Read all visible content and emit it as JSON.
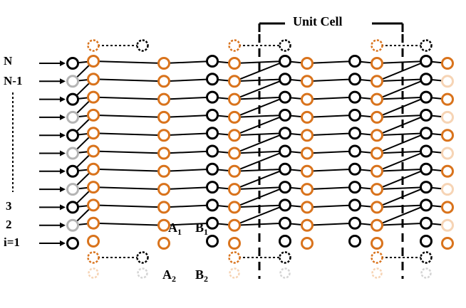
{
  "title": "Unit Cell",
  "row_labels": {
    "top": "N",
    "second": "N-1",
    "dots": "⋮",
    "r3": "3",
    "r2": "2",
    "r1": "i=1"
  },
  "node_labels": {
    "a1": "A",
    "a1_sub": "1",
    "b1": "B",
    "b1_sub": "1",
    "a2": "A",
    "a2_sub": "2",
    "b2": "B",
    "b2_sub": "2"
  },
  "colors": {
    "black": "#000000",
    "orange": "#d9731c",
    "gray": "#b4b4b4",
    "light_orange": "#f6d4b5",
    "light_gray": "#d4d4d4"
  }
}
